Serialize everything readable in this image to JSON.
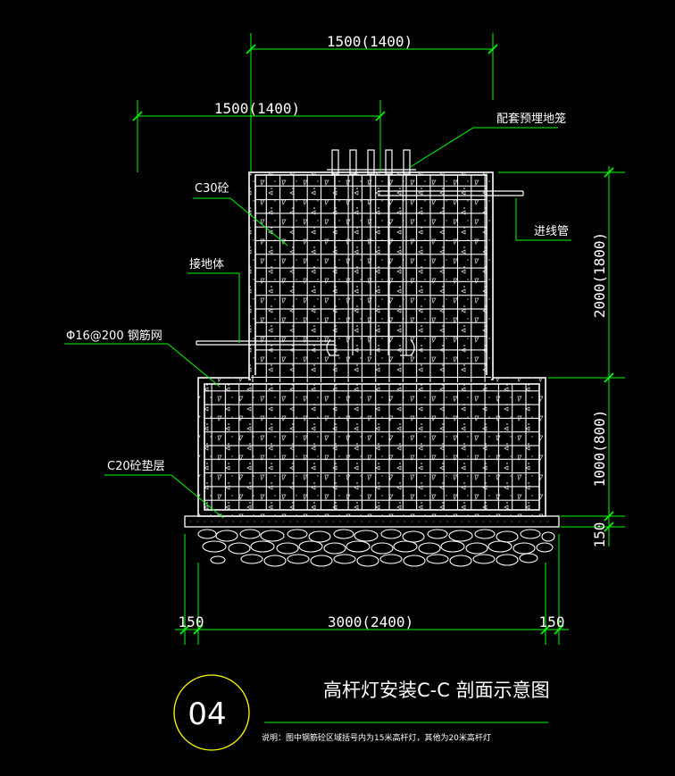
{
  "dimensions": {
    "top_width_upper": "1500(1400)",
    "top_width_lower": "1500(1400)",
    "column_height": "2000(1800)",
    "base_height": "1000(800)",
    "cushion_thickness": "150",
    "left_offset": "150",
    "base_width": "3000(2400)",
    "right_offset": "150"
  },
  "labels": {
    "anchor_cage": "配套预埋地笼",
    "concrete_top": "C30砼",
    "conduit": "进线管",
    "grounding": "接地体",
    "rebar_mesh": "Φ16@200  钢筋网",
    "cushion": "C20砼垫层"
  },
  "title_block": {
    "number": "04",
    "title": "高杆灯安装C-C 剖面示意图",
    "note": "说明：图中钢筋砼区域括号内为15米高杆灯，其他为20米高杆灯"
  },
  "colors": {
    "background": "#000000",
    "line": "#ffffff",
    "dimension": "#00ff00",
    "badge_circle": "#ffff00"
  }
}
